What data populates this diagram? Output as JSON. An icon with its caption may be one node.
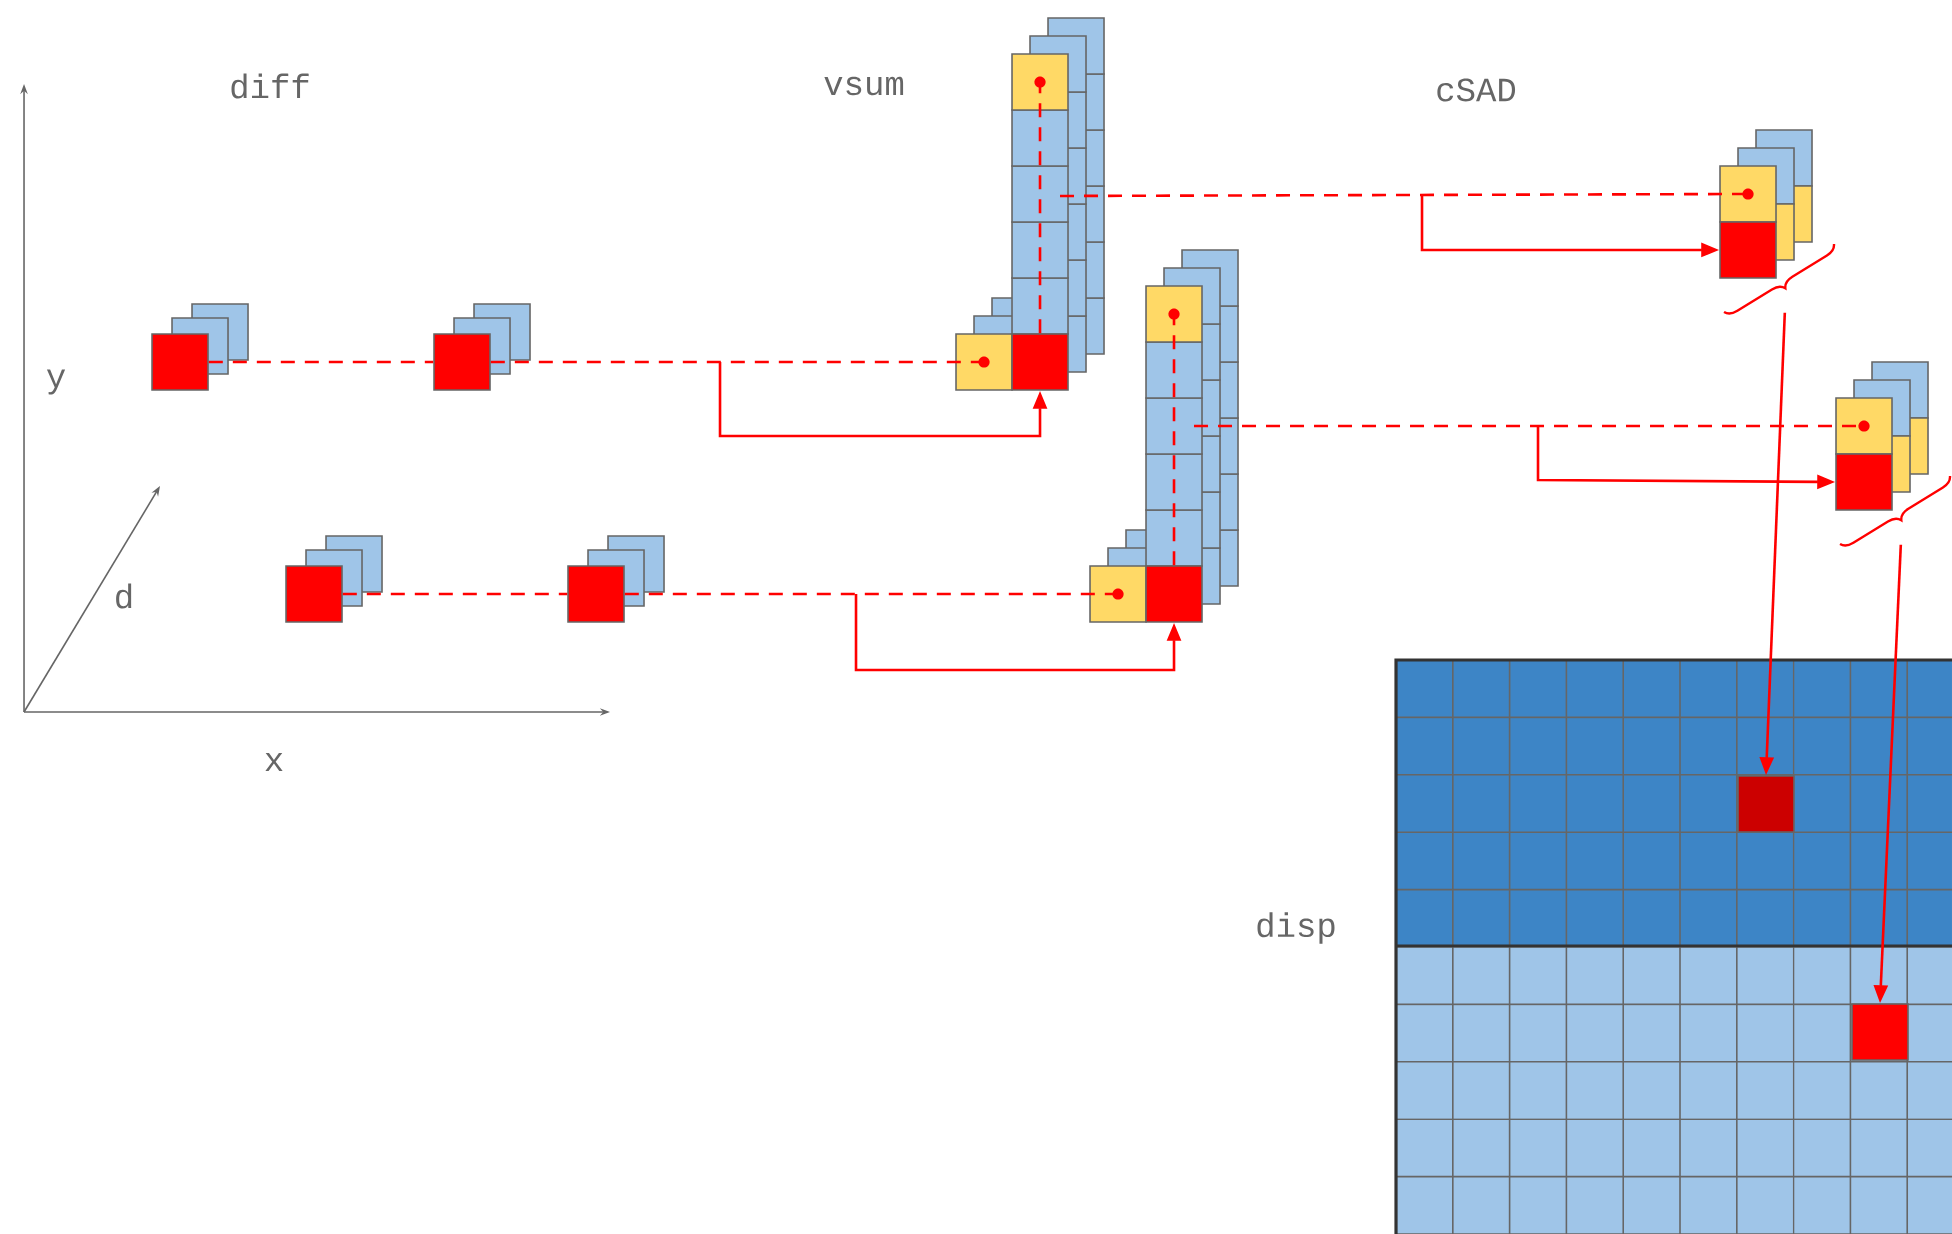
{
  "diagram": {
    "nodes": [
      {
        "text": [],
        "shape": "box"
      },
      {
        "text": [],
        "shape": "box"
      },
      {
        "text": [],
        "shape": "box"
      },
      {
        "text": [],
        "shape": "box"
      },
      {
        "text": [],
        "shape": "box"
      },
      {
        "text": [],
        "shape": "box"
      },
      {
        "text": [],
        "shape": "box"
      },
      {
        "text": [],
        "shape": "box"
      },
      {
        "text": [],
        "shape": "box"
      },
      {
        "text": [],
        "shape": "box"
      },
      {
        "text": [],
        "shape": "box"
      },
      {
        "text": [],
        "shape": "box"
      },
      {
        "text": [],
        "shape": "box"
      },
      {
        "text": [],
        "shape": "box"
      },
      {
        "text": [],
        "shape": "box"
      },
      {
        "text": [],
        "shape": "box"
      }
    ],
    "edges": [
      {
        "from": 0,
        "to": 1,
        "arrow": "none",
        "style": "dashed"
      },
      {
        "from": 1,
        "to": 2,
        "arrow": "none",
        "style": "dashed"
      },
      {
        "from": null,
        "to": 3,
        "arrow": "to"
      },
      {
        "from": 3,
        "to": 4,
        "arrow": "none",
        "style": "dashed"
      },
      {
        "from": null,
        "to": 10,
        "arrow": "none",
        "style": "dashed"
      },
      {
        "from": null,
        "to": 11,
        "arrow": "to"
      },
      {
        "from": 5,
        "to": 6,
        "arrow": "none",
        "style": "dashed"
      },
      {
        "from": 6,
        "to": 7,
        "arrow": "none",
        "style": "dashed"
      },
      {
        "from": null,
        "to": 8,
        "arrow": "to"
      },
      {
        "from": 8,
        "to": 9,
        "arrow": "none",
        "style": "dashed"
      },
      {
        "from": null,
        "to": 12,
        "arrow": "none",
        "style": "dashed"
      },
      {
        "from": null,
        "to": 13,
        "arrow": "to"
      },
      {
        "from": 11,
        "to": 14,
        "arrow": "to"
      },
      {
        "from": 13,
        "to": 15,
        "arrow": "to"
      }
    ],
    "labels": [
      "diff",
      "vsum",
      "cSAD",
      "y",
      "d",
      "x",
      "disp"
    ]
  }
}
